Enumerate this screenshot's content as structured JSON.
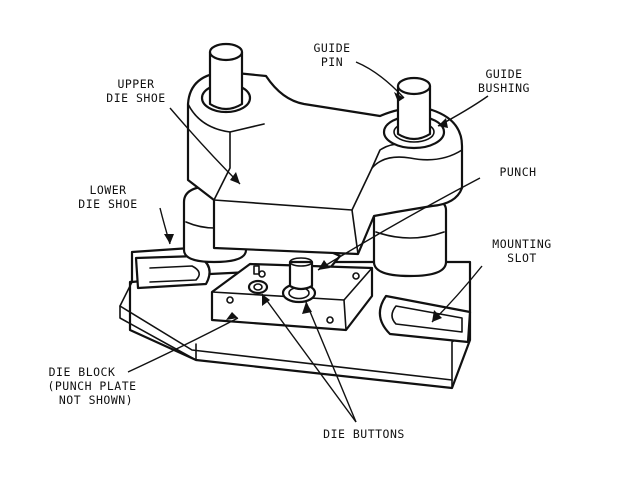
{
  "labels": {
    "guide_pin": [
      "GUIDE",
      "PIN"
    ],
    "guide_bushing": [
      "GUIDE",
      "BUSHING"
    ],
    "upper_die_shoe": [
      "UPPER",
      "DIE SHOE"
    ],
    "punch": [
      "PUNCH"
    ],
    "lower_die_shoe": [
      "LOWER",
      "DIE SHOE"
    ],
    "mounting_slot": [
      "MOUNTING",
      "SLOT"
    ],
    "die_block": [
      "DIE BLOCK",
      "(PUNCH PLATE",
      "NOT SHOWN)"
    ],
    "die_buttons": [
      "DIE BUTTONS"
    ]
  },
  "colors": {
    "line": "#111111",
    "background": "#ffffff"
  }
}
